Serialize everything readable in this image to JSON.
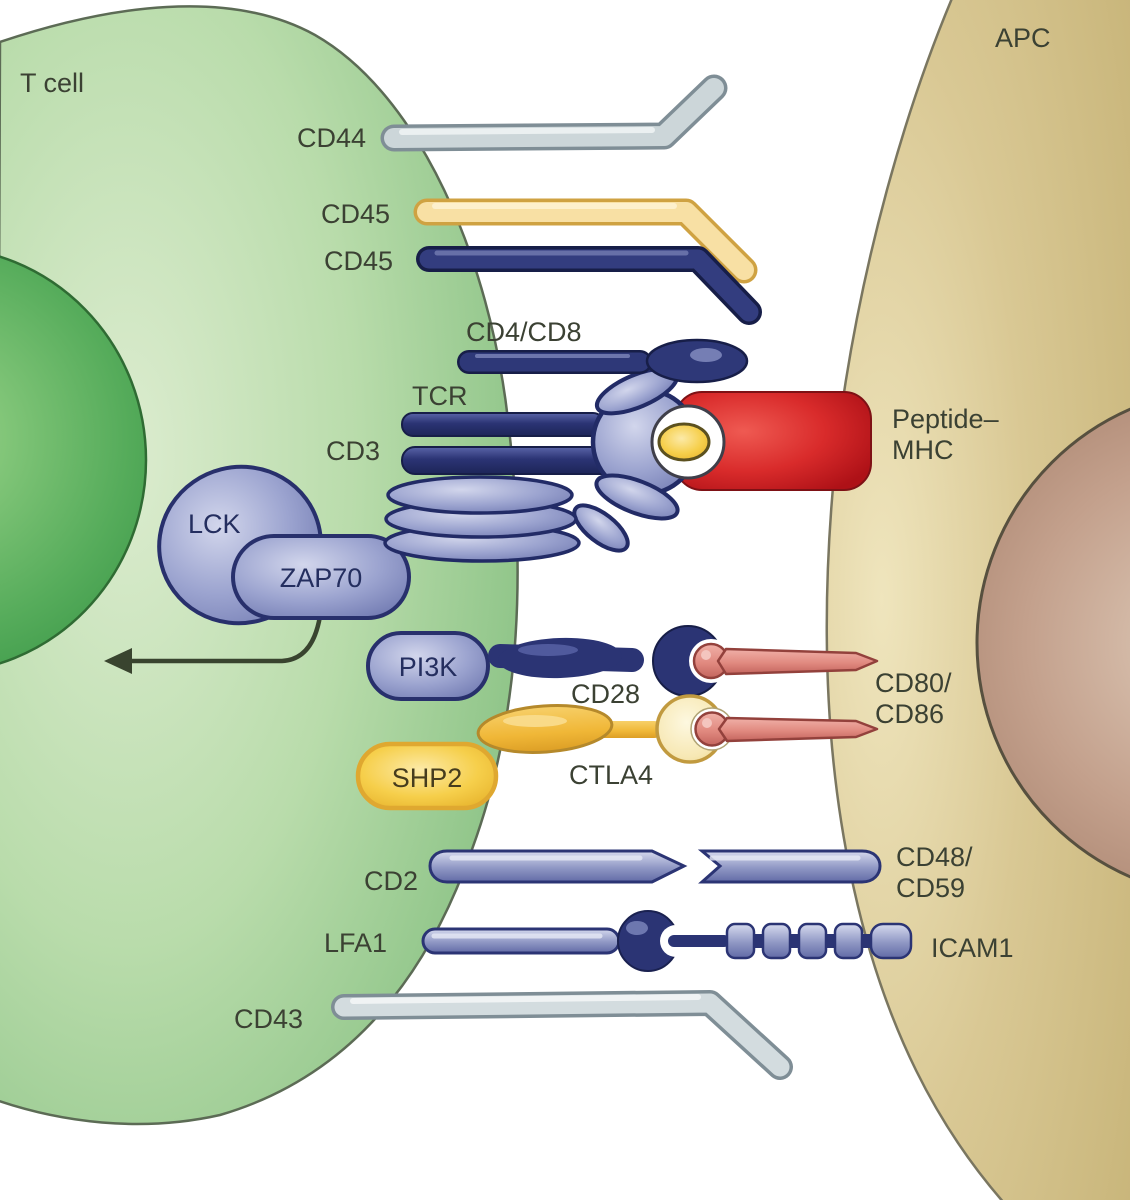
{
  "figure": {
    "cells": {
      "t_cell": {
        "label": "T cell"
      },
      "apc": {
        "label": "APC"
      }
    },
    "t_cell_molecules": {
      "cd44": {
        "label": "CD44"
      },
      "cd45_upper": {
        "label": "CD45"
      },
      "cd45_lower": {
        "label": "CD45"
      },
      "cd4_cd8": {
        "label": "CD4/CD8"
      },
      "tcr": {
        "label": "TCR"
      },
      "cd3": {
        "label": "CD3"
      },
      "lck": {
        "label": "LCK"
      },
      "zap70": {
        "label": "ZAP70"
      },
      "pi3k": {
        "label": "PI3K"
      },
      "cd28": {
        "label": "CD28"
      },
      "shp2": {
        "label": "SHP2"
      },
      "ctla4": {
        "label": "CTLA4"
      },
      "cd2": {
        "label": "CD2"
      },
      "lfa1": {
        "label": "LFA1"
      },
      "cd43": {
        "label": "CD43"
      }
    },
    "apc_molecules": {
      "peptide_mhc": {
        "line1": "Peptide–",
        "line2": "MHC"
      },
      "cd80_cd86": {
        "line1": "CD80/",
        "line2": "CD86"
      },
      "cd48_cd59": {
        "line1": "CD48/",
        "line2": "CD59"
      },
      "icam1": {
        "label": "ICAM1"
      }
    },
    "colors": {
      "t_cell_fill": "#b9dcab",
      "t_cell_nucleus": "#4ea455",
      "apc_fill": "#d9c894",
      "apc_nucleus": "#c3a08c",
      "navy": "#2b3474",
      "periwinkle": "#9ba3cf",
      "mhc_red": "#d92b2b",
      "peptide_yellow": "#f6cf4b",
      "costim_pink": "#e18a80",
      "ctla4_gold": "#f0b737",
      "ctla4_cream": "#f7e8b4",
      "mucin_gray": "#ccd5d9",
      "cd45_yellow": "#f8e0a4"
    }
  }
}
